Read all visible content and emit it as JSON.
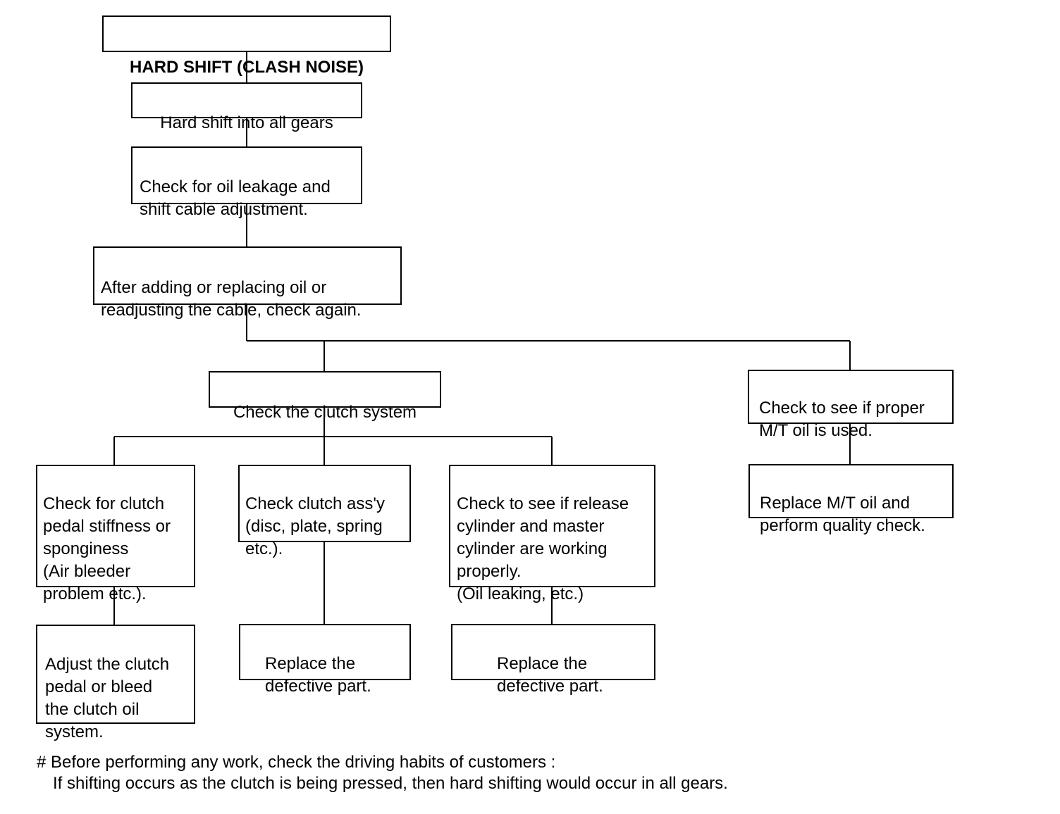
{
  "diagram": {
    "title": "HARD SHIFT (CLASH NOISE)",
    "nodes": {
      "hard_shift_all": "Hard shift into all gears",
      "oil_leak": "Check for oil leakage and\nshift cable adjustment.",
      "after_adding": "After adding or replacing oil or\nreadjusting the cable, check again.",
      "clutch_system": "Check the clutch system",
      "proper_oil": "Check to see if proper\nM/T oil is used.",
      "pedal_stiffness": "Check for clutch\npedal stiffness or\nsponginess\n(Air bleeder\nproblem etc.).",
      "clutch_assy": "Check clutch ass'y\n(disc, plate, spring\netc.).",
      "release_cyl": "Check to see if release\ncylinder and master\ncylinder are working\nproperly.\n(Oil leaking, etc.)",
      "replace_oil": "Replace M/T oil and\nperform quality check.",
      "adjust_pedal": "Adjust the clutch\npedal or bleed\nthe clutch oil\nsystem.",
      "replace_part_1": "Replace the\ndefective part.",
      "replace_part_2": "Replace the\ndefective part."
    },
    "note": {
      "line1": "# Before performing any work, check the driving habits of customers :",
      "line2": "If shifting occurs as the clutch is being pressed, then hard shifting would occur in all gears."
    }
  }
}
